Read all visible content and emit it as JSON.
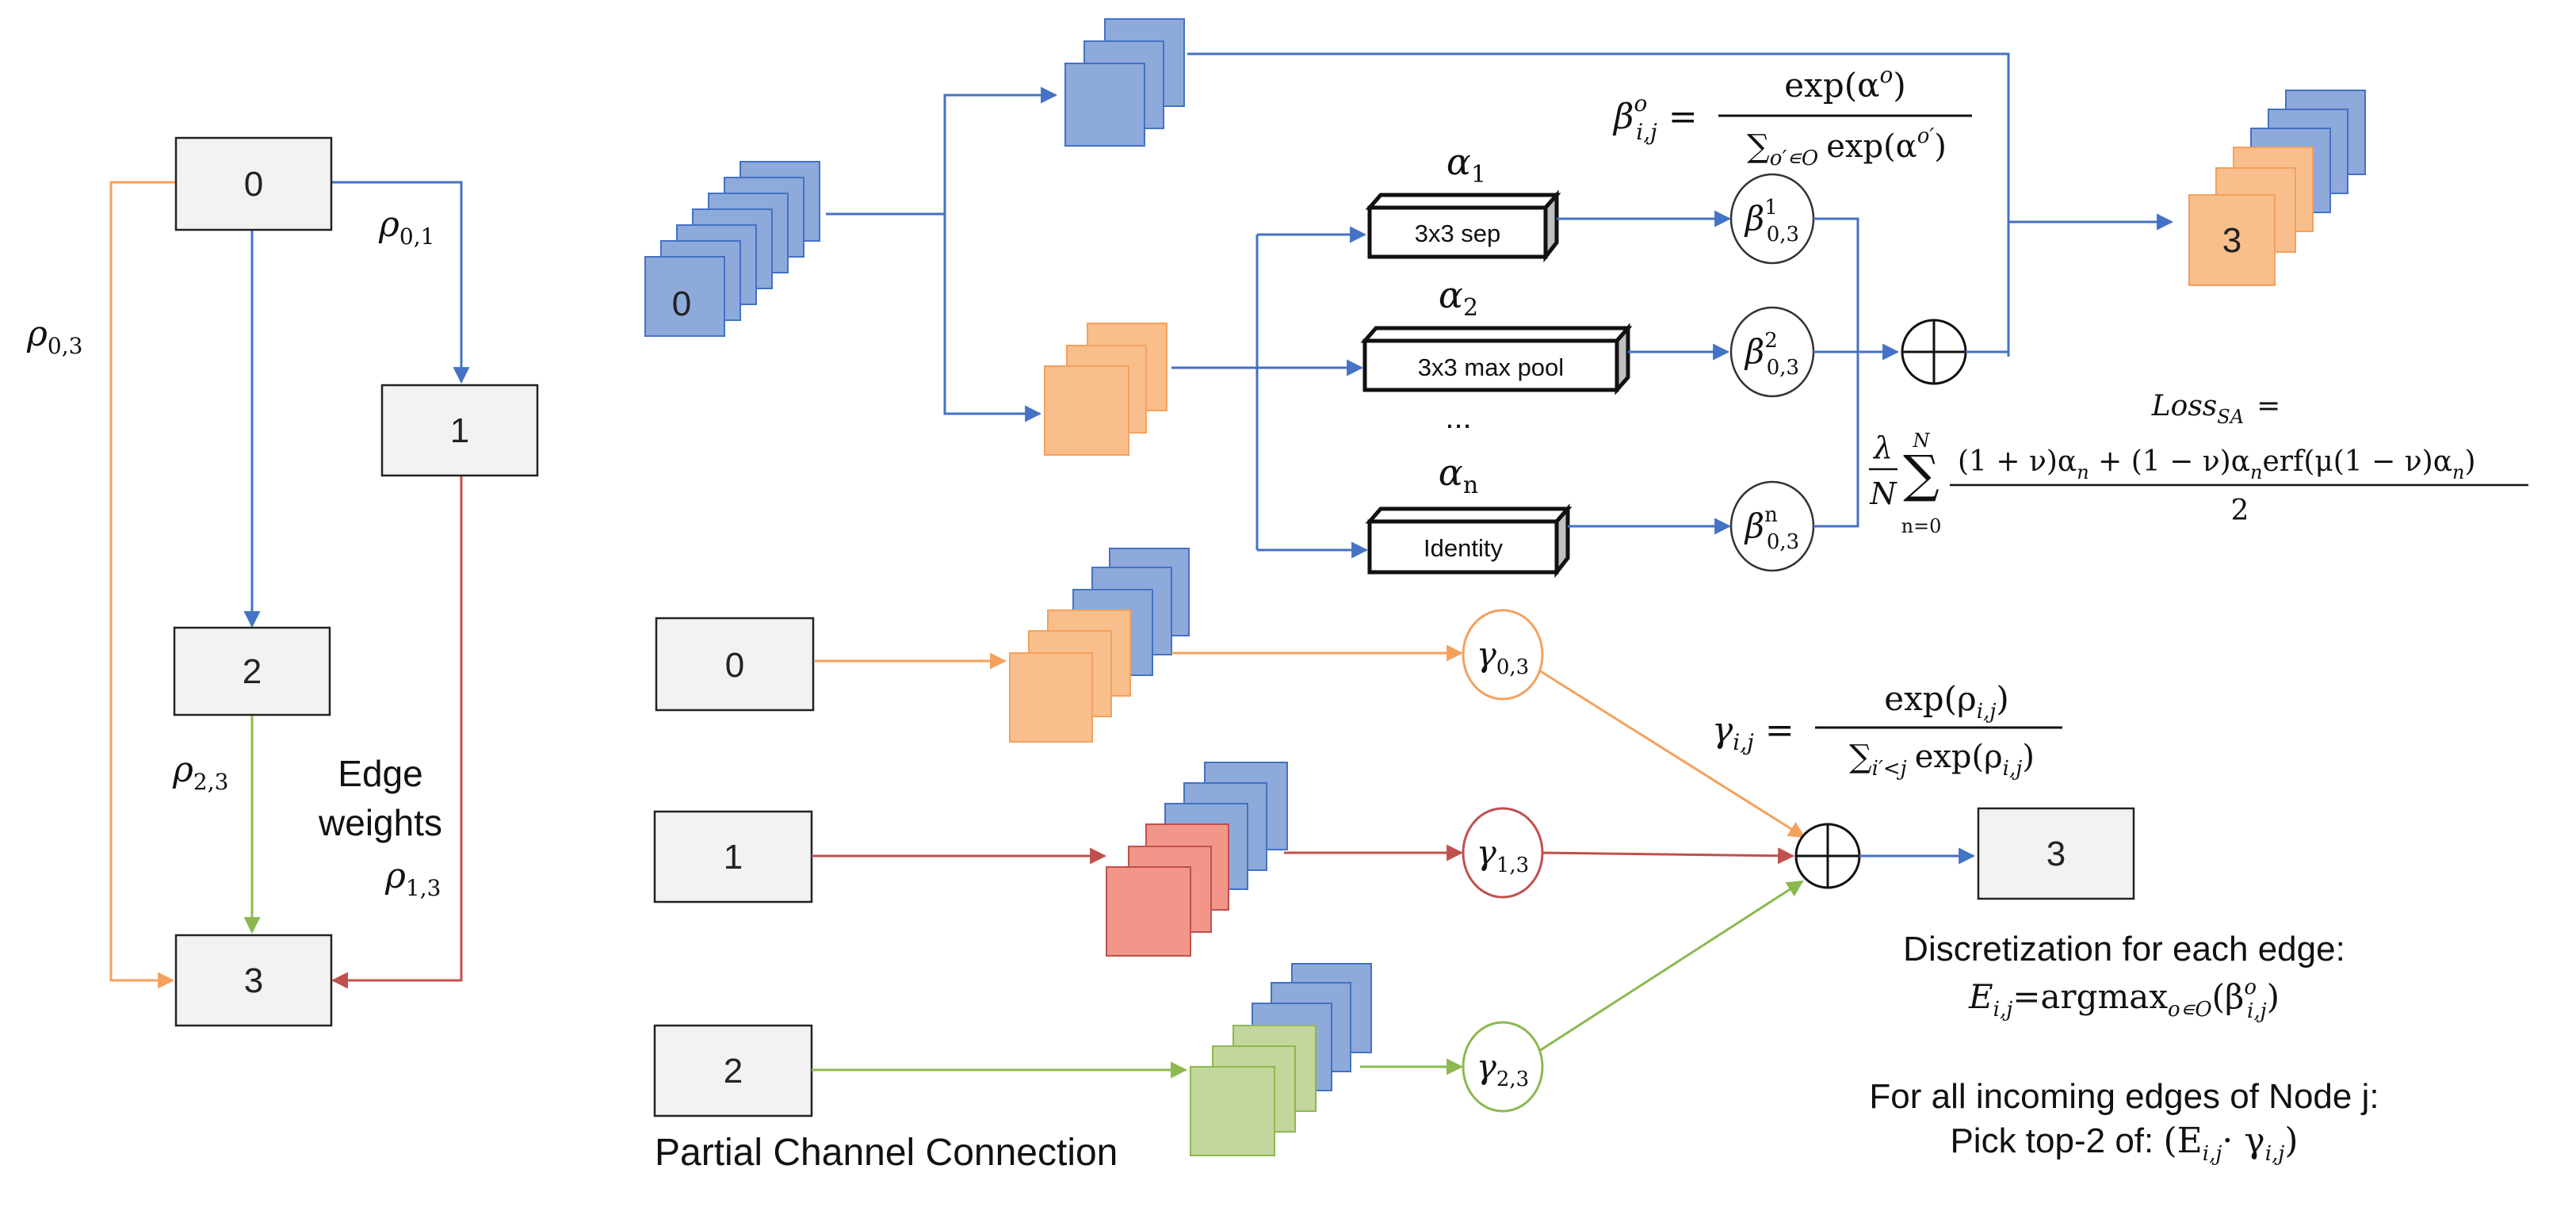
{
  "colors": {
    "blue": "#4472c4",
    "blue_fill": "#8eaadb",
    "orange": "#f4a15d",
    "orange_fill": "#f8be8c",
    "red": "#c0504d",
    "red_fill": "#f2968a",
    "green": "#8cb84f",
    "green_fill": "#c3d69b",
    "node_fill": "#f2f2f2"
  },
  "left_graph": {
    "nodes": [
      "0",
      "1",
      "2",
      "3"
    ],
    "edges": {
      "rho_01": {
        "sym": "ρ",
        "sub": "0,1"
      },
      "rho_03": {
        "sym": "ρ",
        "sub": "0,3"
      },
      "rho_23": {
        "sym": "ρ",
        "sub": "2,3"
      },
      "rho_13": {
        "sym": "ρ",
        "sub": "1,3"
      }
    },
    "edge_weights_label": [
      "Edge",
      "weights"
    ]
  },
  "top_section": {
    "input_stack_label": "0",
    "output_stack_label": "3",
    "ops": [
      {
        "alpha": "α",
        "alpha_sub": "1",
        "label": "3x3 sep",
        "beta": "β",
        "beta_sub": "0,3",
        "beta_sup": "1"
      },
      {
        "alpha": "α",
        "alpha_sub": "2",
        "label": "3x3 max pool",
        "beta": "β",
        "beta_sub": "0,3",
        "beta_sup": "2"
      },
      {
        "alpha": "α",
        "alpha_sub": "n",
        "label": "Identity",
        "beta": "β",
        "beta_sub": "0,3",
        "beta_sup": "n"
      }
    ],
    "ellipsis": "...",
    "beta_formula": {
      "lhs": "β",
      "lhs_sub": "i,j",
      "lhs_sup": "o",
      "eq": "=",
      "numerator": "exp(α",
      "numerator_sup": "o",
      "numerator_end": ")",
      "denominator_sum": "∑",
      "denominator_sub": "o′∊O",
      "denominator": "exp(α",
      "denominator_sup": "o′",
      "denominator_end": ")"
    },
    "loss_formula": {
      "title": "Loss",
      "title_sub": "SA",
      "title_eq": "=",
      "lambda_frac": [
        "λ",
        "N"
      ],
      "sum_sym": "∑",
      "sum_top": "N",
      "sum_bottom": "n=0",
      "numerator": "(1 + ν)α",
      "numerator_sub": "n",
      "numerator_mid": " + (1 − ν)α",
      "numerator_sub2": "n",
      "numerator_erf": "erf(μ(1 − ν)α",
      "numerator_sub3": "n",
      "numerator_end": ")",
      "denominator": "2"
    }
  },
  "bottom_section": {
    "input_nodes": [
      "0",
      "1",
      "2"
    ],
    "gammas": [
      {
        "sym": "γ",
        "sub": "0,3"
      },
      {
        "sym": "γ",
        "sub": "1,3"
      },
      {
        "sym": "γ",
        "sub": "2,3"
      }
    ],
    "output_node": "3",
    "partial_channel_label": "Partial Channel Connection",
    "gamma_formula": {
      "lhs": "γ",
      "lhs_sub": "i,j",
      "eq": "=",
      "numerator": "exp(ρ",
      "numerator_sub": "i,j",
      "numerator_end": ")",
      "denominator_sum": "∑",
      "denominator_sub": "i′<j",
      "denominator": "exp(ρ",
      "denominator_sub2": "i,j",
      "denominator_end": ")"
    },
    "discretization": {
      "title": "Discretization for each edge:",
      "lhs": "E",
      "lhs_sub": "i,j",
      "eq": "=argmax",
      "arg_sub": "o∊O",
      "open": "(β",
      "beta_sub": "i,j",
      "beta_sup": "o",
      "close": ")"
    },
    "selection": {
      "line1": "For all incoming edges of Node j:",
      "line2": "Pick top-2 of: ",
      "formula_open": "(E",
      "formula_sub1": "i,j",
      "formula_dot": "· γ",
      "formula_sub2": "i,j",
      "formula_close": ")"
    }
  }
}
